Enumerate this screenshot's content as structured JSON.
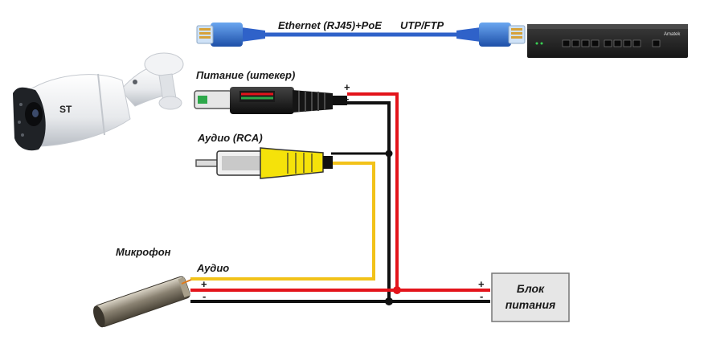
{
  "labels": {
    "ethernet": "Ethernet (RJ45)+PoE",
    "utp": "UTP/FTP",
    "power_plug": "Питание (штекер)",
    "audio_rca": "Аудио (RCA)",
    "microphone": "Микрофон",
    "audio": "Аудио",
    "plus": "+",
    "minus": "-"
  },
  "psu": {
    "line1": "Блок",
    "line2": "питания"
  },
  "camera": {
    "logo": "ST"
  },
  "switch": {
    "brand": "Amatek"
  },
  "colors": {
    "red_wire": "#e3141b",
    "black_wire": "#111111",
    "yellow_wire": "#f2c219",
    "blue_cable": "#2f62c9",
    "rj45_head": "#3a7ad8",
    "rca_yellow": "#f5e20a",
    "psu_fill": "#e6e6e6"
  }
}
